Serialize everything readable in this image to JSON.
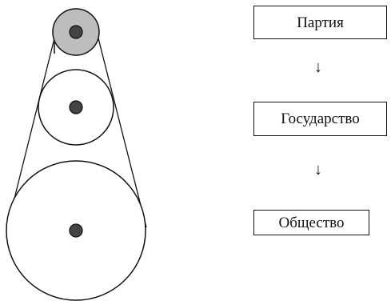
{
  "diagram": {
    "hierarchy": {
      "items": [
        {
          "label": "Партия"
        },
        {
          "label": "Государство"
        },
        {
          "label": "Общество"
        }
      ],
      "arrows": [
        "↓",
        "↓"
      ]
    },
    "colors": {
      "stroke": "#111111",
      "background": "#ffffff",
      "top_pulley_fill": "#bdbdbd",
      "axle_fill": "#444444"
    }
  }
}
